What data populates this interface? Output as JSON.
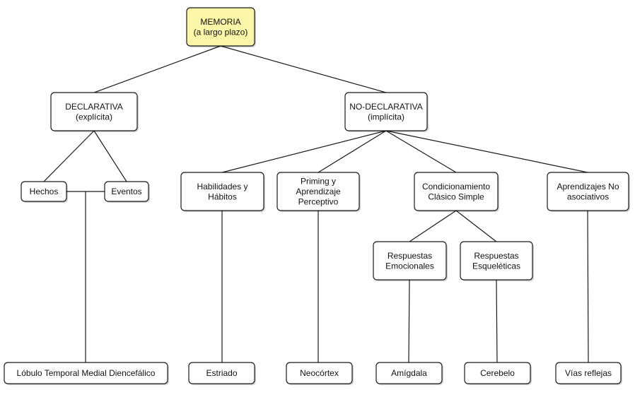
{
  "diagram": {
    "nodes": {
      "memoria": {
        "lines": [
          "MEMORIA",
          "(a largo plazo)"
        ]
      },
      "declarativa": {
        "lines": [
          "DECLARATIVA",
          "(explícita)"
        ]
      },
      "nodeclarativa": {
        "lines": [
          "NO-DECLARATIVA",
          "(implícita)"
        ]
      },
      "hechos": {
        "lines": [
          "Hechos"
        ]
      },
      "eventos": {
        "lines": [
          "Eventos"
        ]
      },
      "habilidades": {
        "lines": [
          "Habilidades y",
          "Hábitos"
        ]
      },
      "priming": {
        "lines": [
          "Priming y",
          "Aprendizaje",
          "Perceptivo"
        ]
      },
      "condicionamiento": {
        "lines": [
          "Condicionamiento",
          "Clásico Simple"
        ]
      },
      "noasociativos": {
        "lines": [
          "Aprendizajes No",
          "asociativos"
        ]
      },
      "emocionales": {
        "lines": [
          "Respuestas",
          "Emocionales"
        ]
      },
      "esqueleticas": {
        "lines": [
          "Respuestas",
          "Esqueléticas"
        ]
      },
      "lobulo": {
        "lines": [
          "Lóbulo Temporal Medial Diencefálico"
        ]
      },
      "estriado": {
        "lines": [
          "Estriado"
        ]
      },
      "neocortex": {
        "lines": [
          "Neocórtex"
        ]
      },
      "amigdala": {
        "lines": [
          "Amígdala"
        ]
      },
      "cerebelo": {
        "lines": [
          "Cerebelo"
        ]
      },
      "vias": {
        "lines": [
          "Vías reflejas"
        ]
      }
    },
    "colors": {
      "root_fill": "#fbf6a8",
      "node_fill": "#ffffff",
      "stroke": "#1a1a1a"
    }
  }
}
